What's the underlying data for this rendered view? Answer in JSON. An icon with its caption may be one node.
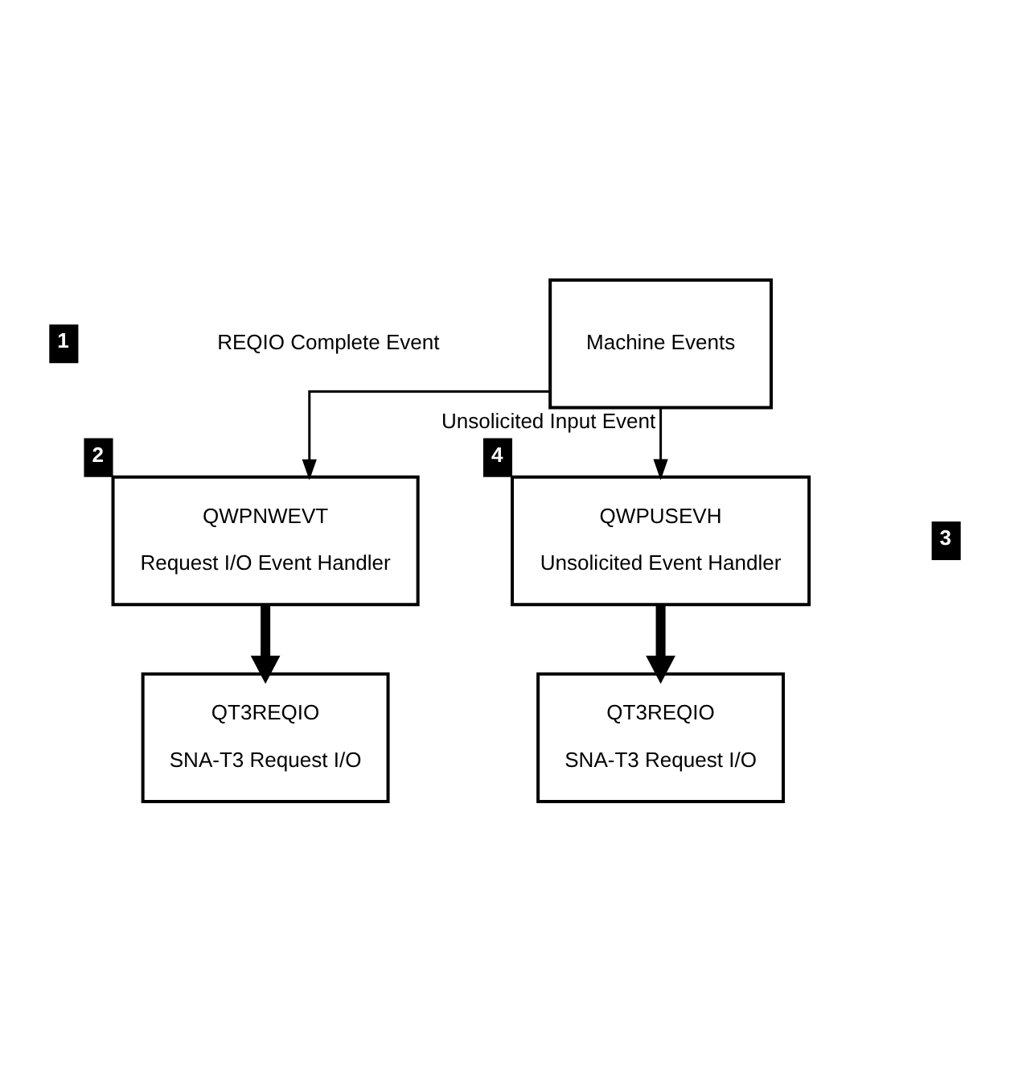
{
  "diagram": {
    "nodes": [
      {
        "text": [
          "Machine Events"
        ]
      },
      {
        "text": [
          "QWPNWEVT",
          "Request I/O Event Handler"
        ],
        "beside": [
          "2"
        ]
      },
      {
        "text": [
          "QWPUSEVH",
          "Unsolicited Event Handler"
        ],
        "beside": [
          "4"
        ]
      },
      {
        "text": [
          "QT3REQIO",
          "SNA-T3 Request I/O"
        ]
      },
      {
        "text": [
          "QT3REQIO",
          "SNA-T3 Request I/O"
        ]
      }
    ],
    "edges": [
      {
        "from": 0,
        "to": 1,
        "arrow": "to"
      },
      {
        "from": 0,
        "to": 2,
        "arrow": "to",
        "label": "Unsolicited Input Event"
      },
      {
        "from": 1,
        "to": 3,
        "arrow": "to",
        "style": "thick"
      },
      {
        "from": 2,
        "to": 4,
        "arrow": "to",
        "style": "thick"
      }
    ],
    "labels": [
      "1",
      "REQIO Complete Event",
      "3"
    ]
  }
}
